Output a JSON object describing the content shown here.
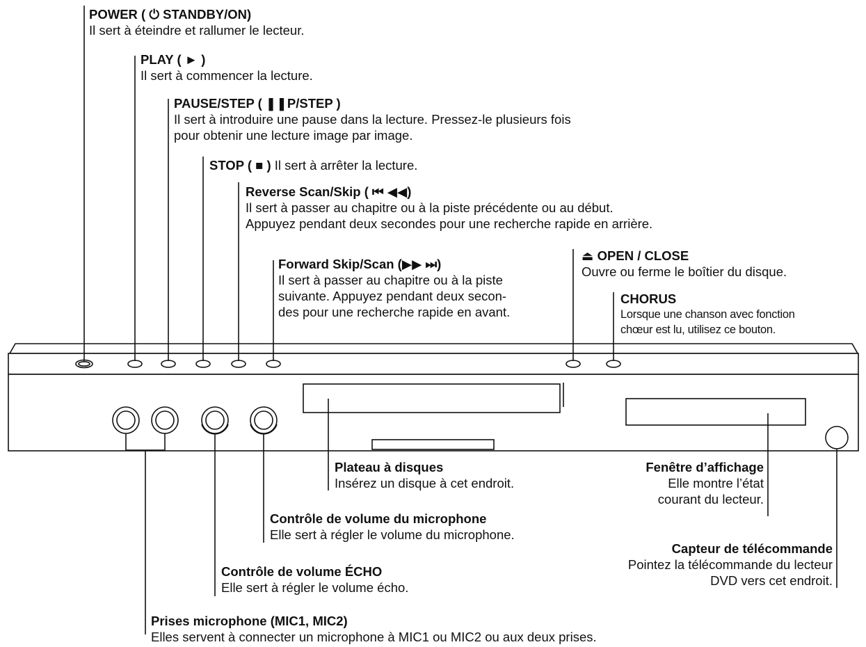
{
  "labels": {
    "power": {
      "title": "POWER ( ⏻ STANDBY/ON)",
      "desc": "Il sert à éteindre et rallumer le lecteur."
    },
    "play": {
      "title": "PLAY ( ► )",
      "desc": "Il sert à commencer la lecture."
    },
    "pause": {
      "title": "PAUSE/STEP ( ❚❚P/STEP )",
      "desc1": "Il sert à introduire une pause dans la lecture. Pressez-le plusieurs fois",
      "desc2": "pour obtenir une lecture image par image."
    },
    "stop": {
      "title": "STOP ( ■ )",
      "desc": " Il sert à arrêter la lecture."
    },
    "reverse": {
      "title": "Reverse Scan/Skip ( ⏮  ◀◀)",
      "desc1": "Il sert à passer au chapitre ou à la piste précédente ou au début.",
      "desc2": "Appuyez pendant deux secondes pour une recherche rapide en arrière."
    },
    "forward": {
      "title": "Forward Skip/Scan (▶▶ ⏭)",
      "desc1": "Il sert à passer au chapitre ou à la piste",
      "desc2": "suivante. Appuyez pendant deux secon-",
      "desc3": "des pour une recherche rapide en avant."
    },
    "open": {
      "title": "⏏ OPEN / CLOSE",
      "desc": "Ouvre ou ferme le boîtier du disque."
    },
    "chorus": {
      "title": "CHORUS",
      "desc1": "Lorsque une chanson avec fonction",
      "desc2": "chœur est lu, utilisez ce bouton."
    },
    "tray": {
      "title": "Plateau à disques",
      "desc": "Insérez un disque à cet endroit."
    },
    "display": {
      "title": "Fenêtre d’affichage",
      "desc1": "Elle montre l’état",
      "desc2": "courant du lecteur."
    },
    "micvol": {
      "title": "Contrôle de volume du microphone",
      "desc": "Elle sert à régler le volume du microphone."
    },
    "remote": {
      "title": "Capteur de télécommande",
      "desc1": "Pointez la télécommande du lecteur",
      "desc2": "DVD vers cet endroit."
    },
    "echo": {
      "title": "Contrôle de volume ÉCHO",
      "desc": "Elle sert à régler le volume écho."
    },
    "mic": {
      "title": "Prises microphone (MIC1, MIC2)",
      "desc": "Elles servent à connecter un microphone à MIC1 ou MIC2 ou aux deux prises."
    }
  }
}
